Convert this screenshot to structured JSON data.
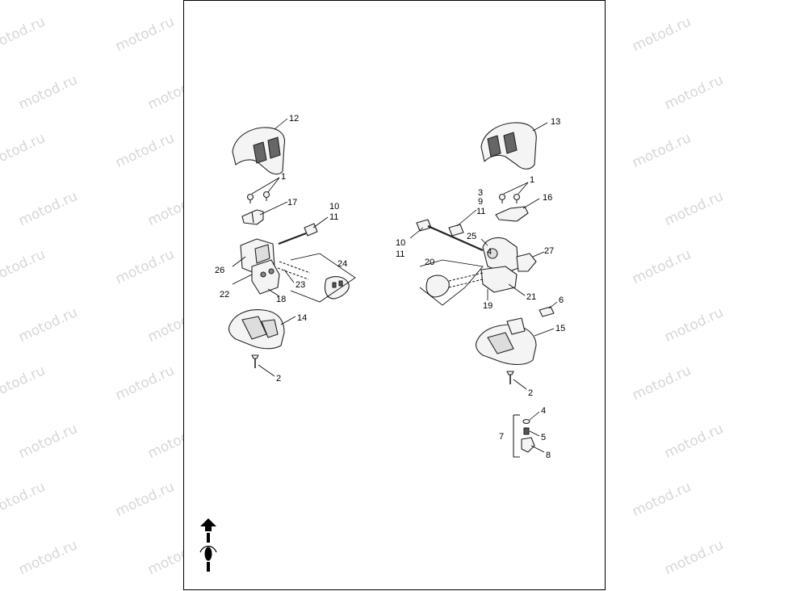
{
  "watermark": "motod.ru",
  "callouts": {
    "c12": "12",
    "c1a": "1",
    "c17": "17",
    "c10a": "10",
    "c11a": "11",
    "c26": "26",
    "c24": "24",
    "c22": "22",
    "c23": "23",
    "c18": "18",
    "c14": "14",
    "c2a": "2",
    "c13": "13",
    "c3": "3",
    "c9": "9",
    "c1b": "1",
    "c16": "16",
    "c11b": "11",
    "c10b": "10",
    "c11c": "11",
    "c25": "25",
    "c4a": "4",
    "c27": "27",
    "c20": "20",
    "c21": "21",
    "c19": "19",
    "c6": "6",
    "c15": "15",
    "c2b": "2",
    "c4b": "4",
    "c7": "7",
    "c5": "5",
    "c8": "8"
  },
  "icons": {
    "front_arrow": "front-direction-arrow-icon",
    "motorcycle": "motorcycle-topview-icon"
  }
}
